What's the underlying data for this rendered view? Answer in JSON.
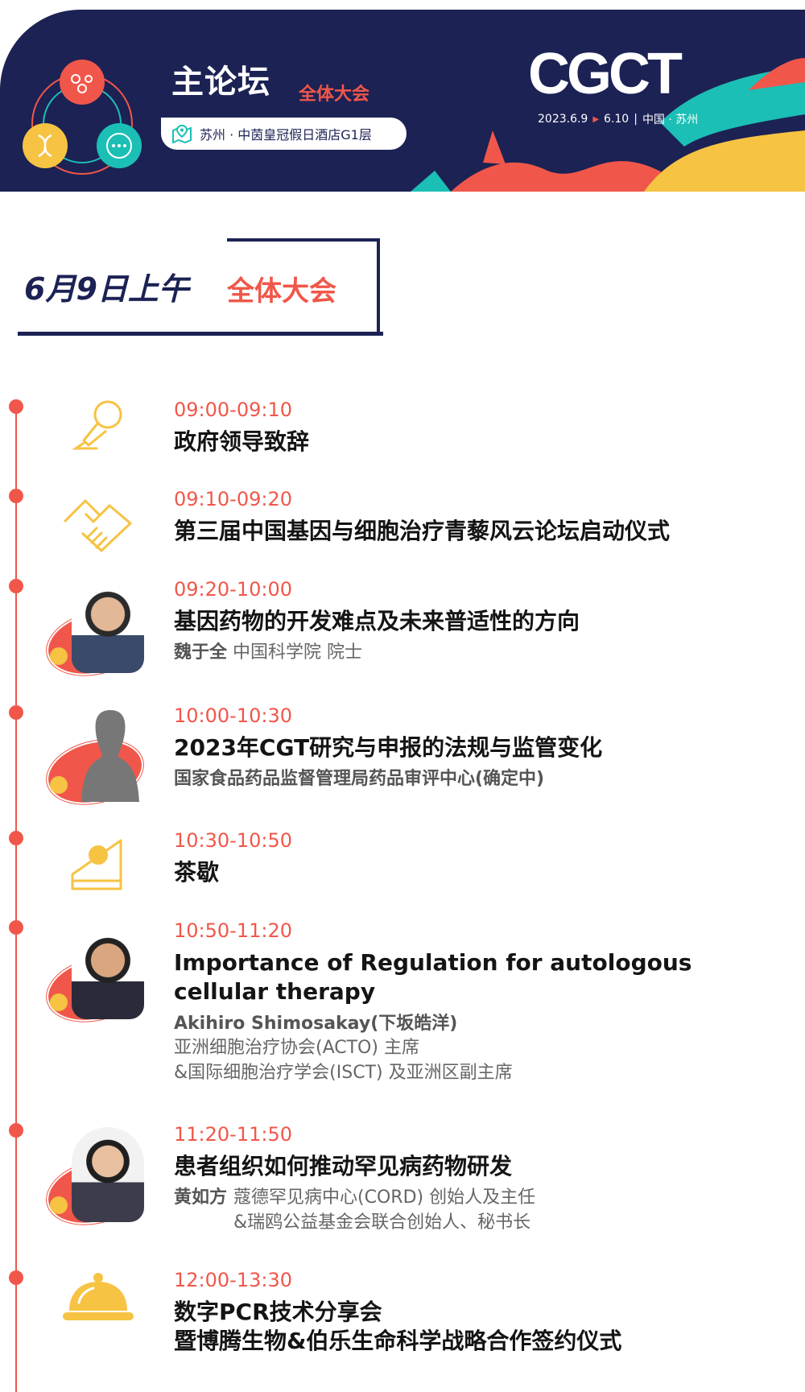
{
  "banner": {
    "title": "主论坛",
    "subtitle": "全体大会",
    "venue": "苏州 · 中茵皇冠假日酒店G1层",
    "brand": "CGCT",
    "date_start": "2023.6.9",
    "date_end": "6.10",
    "location": "中国 · 苏州"
  },
  "session": {
    "date": "6月9日上午",
    "name": "全体大会"
  },
  "colors": {
    "navy": "#1c2254",
    "coral": "#f0574a",
    "yellow": "#f6c343",
    "teal": "#1bbfb5"
  },
  "agenda": [
    {
      "icon": "microphone-icon",
      "time": "09:00-09:10",
      "title": "政府领导致辞"
    },
    {
      "icon": "handshake-icon",
      "time": "09:10-09:20",
      "title": "第三届中国基因与细胞治疗青藜风云论坛启动仪式"
    },
    {
      "icon": "speaker-photo",
      "time": "09:20-10:00",
      "title": "基因药物的开发难点及未来普适性的方向",
      "speaker_name": "魏于全",
      "speaker_org": "中国科学院 院士"
    },
    {
      "icon": "person-silhouette-icon",
      "time": "10:00-10:30",
      "title": "2023年CGT研究与申报的法规与监管变化",
      "speaker_org": "国家食品药品监督管理局药品审评中心(确定中)"
    },
    {
      "icon": "cake-icon",
      "time": "10:30-10:50",
      "title": "茶歇"
    },
    {
      "icon": "speaker-photo",
      "time": "10:50-11:20",
      "title": "Importance of Regulation for autologous cellular therapy",
      "speaker_name": "Akihiro Shimosakay(下坂皓洋)",
      "speaker_org": "亚洲细胞治疗协会(ACTO) 主席",
      "speaker_org2": "&国际细胞治疗学会(ISCT) 及亚洲区副主席"
    },
    {
      "icon": "speaker-photo",
      "time": "11:20-11:50",
      "title": "患者组织如何推动罕见病药物研发",
      "speaker_name": "黄如方",
      "speaker_org": "蔻德罕见病中心(CORD) 创始人及主任",
      "speaker_org2": "&瑞鸥公益基金会联合创始人、秘书长"
    },
    {
      "icon": "food-cloche-icon",
      "time": "12:00-13:30",
      "title": "数字PCR技术分享会",
      "title2": "暨博腾生物&伯乐生命科学战略合作签约仪式"
    }
  ]
}
